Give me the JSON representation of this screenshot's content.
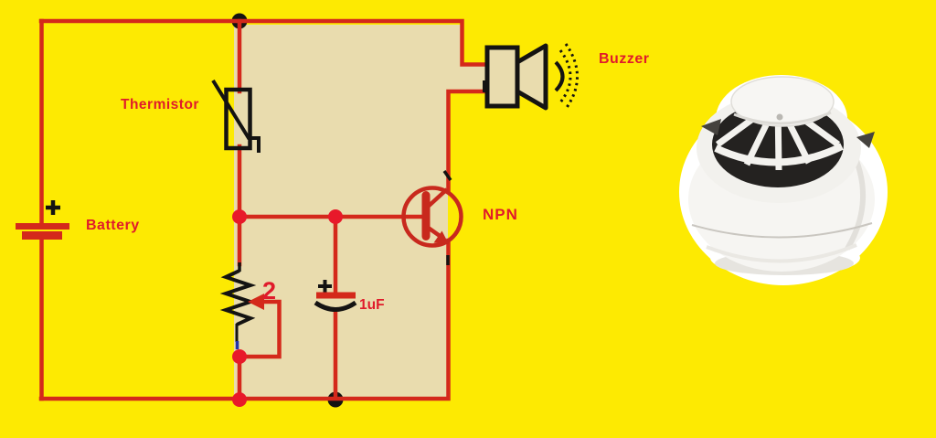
{
  "diagram": {
    "type": "circuit-schematic",
    "labels": {
      "thermistor": "Thermistor",
      "battery": "Battery",
      "npn": "NPN",
      "buzzer": "Buzzer",
      "potentiometer": "2",
      "capacitor": "1uF"
    },
    "colors": {
      "background": "#fdea02",
      "panel": "#e9dcae",
      "wire": "#d4291b",
      "label_text": "#e01b2b",
      "component_black": "#141312",
      "junction_red": "#e8192a"
    },
    "components": [
      {
        "name": "battery-symbol",
        "label": "Battery"
      },
      {
        "name": "thermistor-symbol",
        "label": "Thermistor"
      },
      {
        "name": "potentiometer-symbol",
        "label": "2"
      },
      {
        "name": "capacitor-symbol",
        "label": "1uF"
      },
      {
        "name": "npn-transistor-symbol",
        "label": "NPN"
      },
      {
        "name": "buzzer-symbol",
        "label": "Buzzer"
      },
      {
        "name": "smoke-detector-photo",
        "label": ""
      }
    ]
  }
}
